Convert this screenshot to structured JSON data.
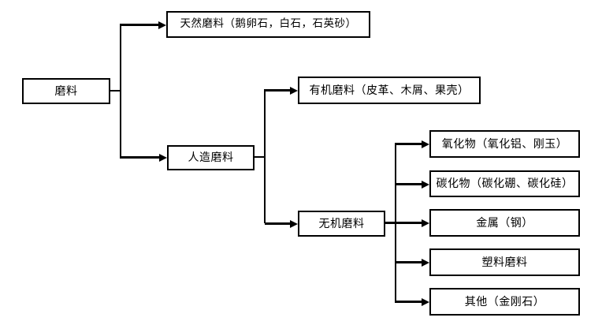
{
  "diagram": {
    "type": "flowchart-tree",
    "orientation": "left-to-right",
    "colors": {
      "background": "#ffffff",
      "box_fill": "#ffffff",
      "box_border": "#000000",
      "line": "#000000",
      "text": "#000000"
    },
    "nodes": {
      "root": {
        "label": "磨料",
        "children": [
          "natural",
          "artificial"
        ]
      },
      "natural": {
        "label": "天然磨料（鹅卵石，白石，石英砂）",
        "children": []
      },
      "artificial": {
        "label": "人造磨料",
        "children": [
          "organic",
          "inorganic"
        ]
      },
      "organic": {
        "label": "有机磨料（皮革、木屑、果壳）",
        "children": []
      },
      "inorganic": {
        "label": "无机磨料",
        "children": [
          "oxide",
          "carbide",
          "metal",
          "plastic",
          "other"
        ]
      },
      "oxide": {
        "label": "氧化物（氧化铝、刚玉）",
        "children": []
      },
      "carbide": {
        "label": "碳化物（碳化硼、碳化硅）",
        "children": []
      },
      "metal": {
        "label": "金属（钢）",
        "children": []
      },
      "plastic": {
        "label": "塑料磨料",
        "children": []
      },
      "other": {
        "label": "其他（金刚石）",
        "children": []
      }
    }
  }
}
